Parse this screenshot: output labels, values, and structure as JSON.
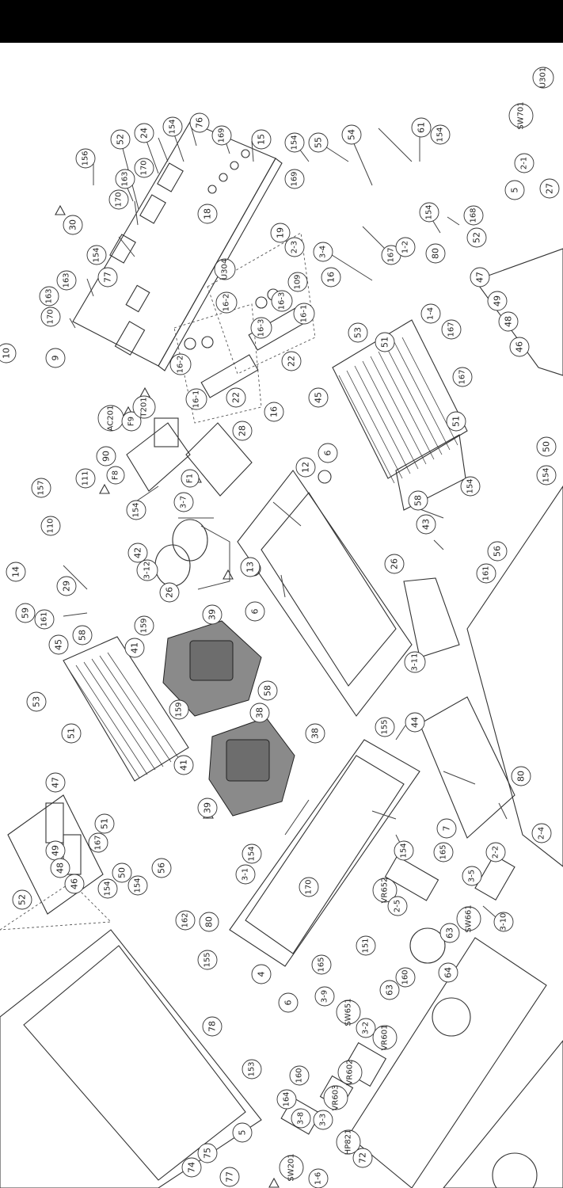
{
  "labels": {
    "l156": "156",
    "l52a": "52",
    "l24": "24",
    "l154a": "154",
    "l76": "76",
    "l169a": "169",
    "l15": "15",
    "l154b": "154",
    "l55": "55",
    "l54": "54",
    "l61": "61",
    "l154c": "154",
    "l163a": "163",
    "l170a": "170",
    "l170b": "170",
    "l18": "18",
    "l169b": "169",
    "l19": "19",
    "l2_3": "2-3",
    "l154d": "154",
    "l168": "168",
    "l52b": "52",
    "l30": "30",
    "l154e": "154",
    "l77": "77",
    "l163b": "163",
    "l163c": "163",
    "l170c": "170",
    "lU304": "U304",
    "l16_2a": "16-2",
    "l16_3a": "16-3",
    "l109": "109",
    "l16a": "16",
    "l3_4": "3-4",
    "l167a": "167",
    "l1_2": "1-2",
    "l80a": "80",
    "l47a": "47",
    "l10": "10",
    "l9": "9",
    "l16_3b": "16-3",
    "l16_1a": "16-1",
    "l16_2b": "16-2",
    "l22a": "22",
    "l22b": "22",
    "l16_1b": "16-1",
    "l16b": "16",
    "l53a": "53",
    "l51a": "51",
    "l1_4": "1-4",
    "l167b": "167",
    "l49a": "49",
    "l48a": "48",
    "l46a": "46",
    "l167c": "167",
    "l45a": "45",
    "lAC201": "AC201",
    "lF9": "F9",
    "lT201": "T201",
    "l28": "28",
    "l90": "90",
    "lF8": "F8",
    "lF1": "F1",
    "l3_7": "3-7",
    "l157": "157",
    "l111": "111",
    "l110": "110",
    "l154f": "154",
    "l12": "12",
    "l6a": "6",
    "l51b": "51",
    "l50a": "50",
    "l154g": "154",
    "l58a": "58",
    "l154h": "154",
    "l43": "43",
    "l56a": "56",
    "l14": "14",
    "l29": "29",
    "l3_12": "3-12",
    "l42": "42",
    "l26a": "26",
    "l13": "13",
    "l161a": "161",
    "l159a": "159",
    "l26b": "26",
    "l161b": "161",
    "l59": "59",
    "l45b": "45",
    "l58b": "58",
    "l41a": "41",
    "l39a": "39",
    "l6b": "6",
    "l53b": "53",
    "l38a": "38",
    "l58c": "58",
    "l3_11": "3-11",
    "l44": "44",
    "l159b": "159",
    "l38b": "38",
    "l51c": "51",
    "l41b": "41",
    "l39b": "39",
    "l155a": "155",
    "l47b": "47",
    "l49b": "49",
    "l48b": "48",
    "l46b": "46",
    "l167d": "167",
    "l51d": "51",
    "l50b": "50",
    "l154i": "154",
    "l154j": "154",
    "l56b": "56",
    "l52c": "52",
    "l3_1": "3-1",
    "l154k": "154",
    "l7": "7",
    "l154l": "154",
    "l80b": "80",
    "l162": "162",
    "l80c": "80",
    "l165a": "165",
    "l2_2": "2-2",
    "l3_5": "3-5",
    "l170d": "170",
    "lVR652": "VR652",
    "l2_5": "2-5",
    "l63a": "63",
    "lSW661": "SW661",
    "l3_10": "3-10",
    "l2_4": "2-4",
    "l155b": "155",
    "l4": "4",
    "l165b": "165",
    "l151": "151",
    "l160a": "160",
    "l64": "64",
    "l6c": "6",
    "l3_9": "3-9",
    "lSW651": "SW651",
    "l63b": "63",
    "l3_2": "3-2",
    "lVR601": "VR601",
    "lVR602": "VR602",
    "lVR603": "VR603",
    "l3_3": "3-3",
    "l78": "78",
    "l153": "153",
    "l160b": "160",
    "l164": "164",
    "l3_8": "3-8",
    "l5a": "5",
    "l75": "75",
    "l74": "74",
    "l77b": "77",
    "lSW201": "SW201",
    "l72": "72",
    "lHP821": "HP821",
    "l1_6": "1-6",
    "lSW701": "SW701",
    "lU301": "U301",
    "l2_1": "2-1",
    "l27": "27",
    "l5b": "5"
  }
}
